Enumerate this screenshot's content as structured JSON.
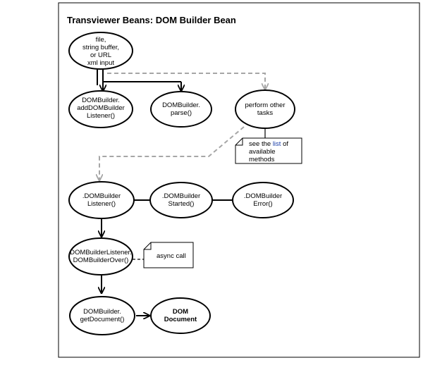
{
  "title": "Transviewer Beans: DOM Builder Bean",
  "nodes": {
    "input": [
      "file,",
      "string buffer,",
      "or URL",
      "xml input"
    ],
    "add_listener": [
      "DOMBuilder.",
      "addDOMBuilder",
      "Listener()"
    ],
    "parse": [
      "DOMBuilder.",
      "parse()"
    ],
    "other_tasks": [
      "perform other",
      "tasks"
    ],
    "listener": [
      ".DOMBuilder",
      "Listener()"
    ],
    "started": [
      ".DOMBuilder",
      "Started()"
    ],
    "error": [
      ".DOMBuilder",
      "Error()"
    ],
    "over": [
      "DOMBuilderListener.",
      "DOMBuilderOver()"
    ],
    "get_document": [
      "DOMBuilder.",
      "getDocument()"
    ],
    "dom_document": [
      "DOM",
      "Document"
    ]
  },
  "notes": {
    "methods": {
      "line1_before": "see the ",
      "line1_link": "list",
      "line1_after": " of",
      "line2": "available",
      "line3": "methods"
    },
    "async": "async call"
  },
  "colors": {
    "dashed_arrow": "#a6a6a6",
    "link": "#1a3ea8"
  }
}
